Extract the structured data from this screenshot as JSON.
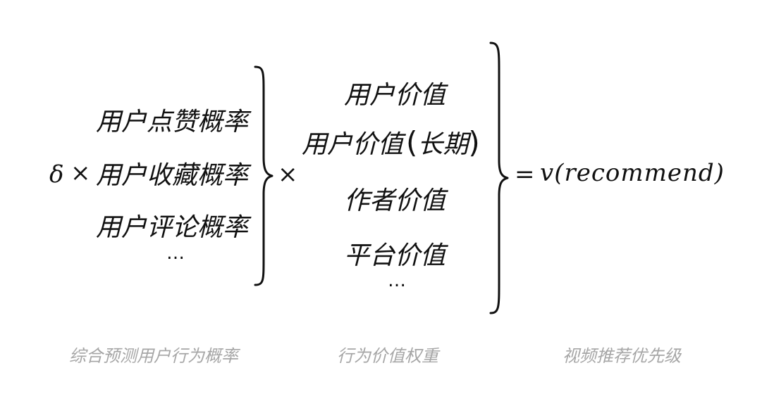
{
  "left": {
    "delta": "δ",
    "times": "×",
    "items": [
      "用户点赞概率",
      "用户收藏概率",
      "用户评论概率"
    ],
    "ellipsis": "…"
  },
  "middle": {
    "times": "×",
    "items": [
      "用户价值",
      "用户价值",
      "作者价值",
      "平台价值"
    ],
    "paren_open": "(",
    "paren_content": "长期",
    "paren_close": ")",
    "ellipsis": "…"
  },
  "result": {
    "equals": "=",
    "expression": "v(recommend)"
  },
  "captions": {
    "left": "综合预测用户行为概率",
    "middle": "行为价值权重",
    "right": "视频推荐优先级"
  }
}
